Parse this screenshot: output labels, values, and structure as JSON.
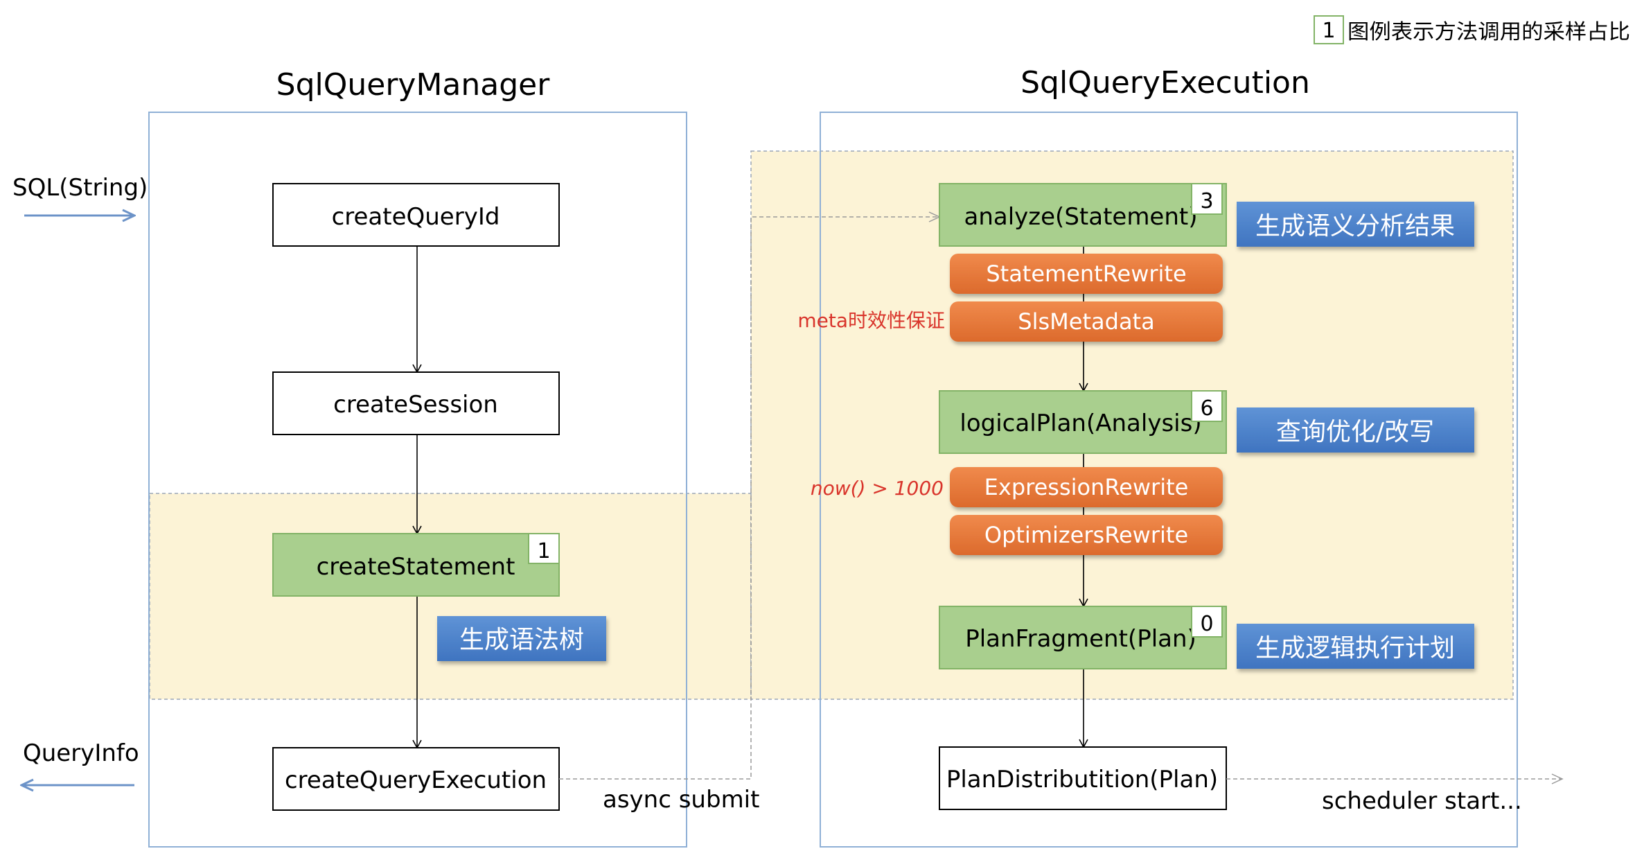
{
  "legend": {
    "badge": "1",
    "text": "图例表示方法调用的采样占比"
  },
  "manager": {
    "title": "SqlQueryManager",
    "input_label": "SQL(String)",
    "output_label": "QueryInfo",
    "nodes": {
      "create_query_id": "createQueryId",
      "create_session": "createSession",
      "create_statement": "createStatement",
      "create_query_execution": "createQueryExecution"
    },
    "statement_badge": "1",
    "syntax_note": "生成语法树",
    "async_label": "async submit"
  },
  "execution": {
    "title": "SqlQueryExecution",
    "analyze": {
      "label": "analyze(Statement)",
      "badge": "3",
      "note": "生成语义分析结果"
    },
    "statement_rewrite": "StatementRewrite",
    "sls_metadata": "SlsMetadata",
    "meta_note": "meta时效性保证",
    "logical_plan": {
      "label": "logicalPlan(Analysis)",
      "badge": "6",
      "note": "查询优化/改写"
    },
    "expression_rewrite": "ExpressionRewrite",
    "optimizers_rewrite": "OptimizersRewrite",
    "now_note": "now() > 1000",
    "plan_fragment": {
      "label": "PlanFragment(Plan)",
      "badge": "0",
      "note": "生成逻辑执行计划"
    },
    "plan_distribution": "PlanDistributition(Plan)",
    "scheduler_label": "scheduler start..."
  },
  "colors": {
    "container_border": "#8fb0d6",
    "highlight_fill": "#fcf3d6",
    "green_fill": "#a9cf8e",
    "green_border": "#82b366",
    "orange_fill": "#e77a3c",
    "blue_fill": "#4f85cd",
    "arrow_blue": "#6c93c8",
    "note_red": "#d9342b"
  }
}
